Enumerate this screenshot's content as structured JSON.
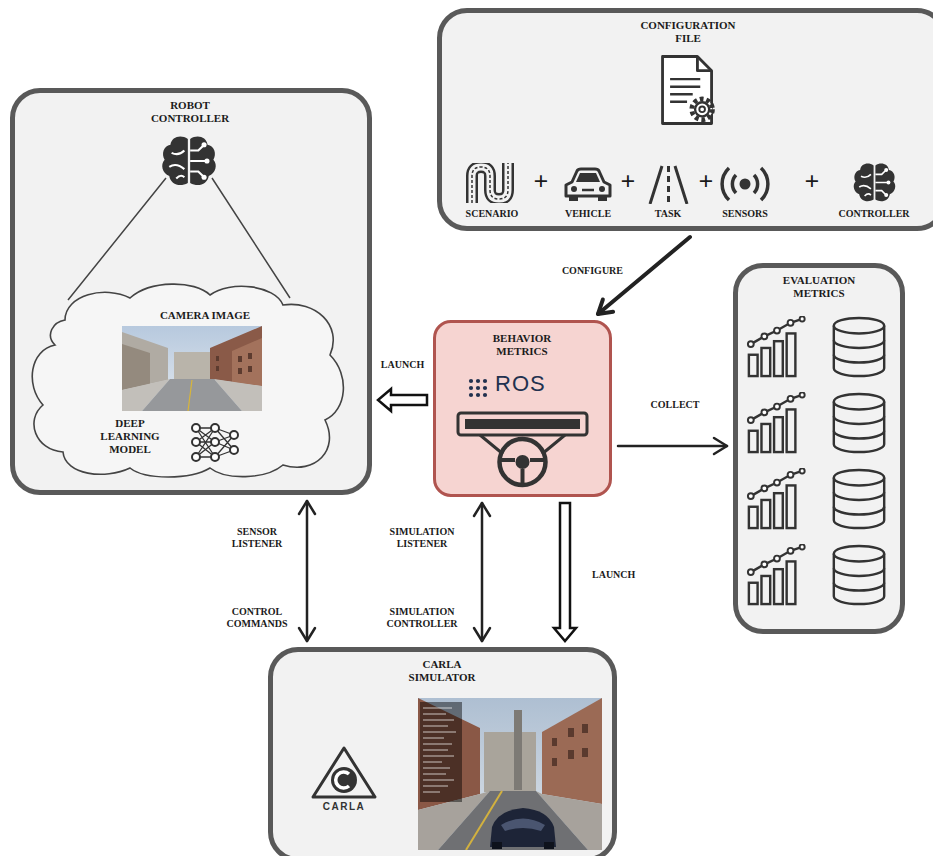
{
  "diagram": {
    "nodes": [
      {
        "text": [
          "CONFIGURATION FILE"
        ]
      },
      {
        "text": [
          "ROBOT CONTROLLER"
        ]
      },
      {
        "text": [
          "CAMERA IMAGE",
          "DEEP LEARNING MODEL"
        ],
        "in": 1
      },
      {
        "text": [
          "BEHAVIOR METRICS",
          "ROS"
        ]
      },
      {
        "text": [
          "EVALUATION METRICS"
        ]
      },
      {
        "text": [
          "CARLA SIMULATOR",
          "CARLA"
        ]
      }
    ],
    "edges": [
      {
        "from": 0,
        "to": 3,
        "label": "CONFIGURE",
        "arrow": "to"
      },
      {
        "from": 3,
        "to": 1,
        "label": "LAUNCH",
        "arrow": "to"
      },
      {
        "from": 3,
        "to": 4,
        "label": "COLLECT",
        "arrow": "to"
      },
      {
        "from": 1,
        "to": 5,
        "label": "SENSOR LISTENER",
        "arrow": "both"
      },
      {
        "from": 3,
        "to": 5,
        "label": "SIMULATION LISTENER",
        "arrow": "both"
      },
      {
        "from": 3,
        "to": 5,
        "label": "LAUNCH",
        "arrow": "to"
      }
    ],
    "labels": [
      "SCENARIO",
      "+",
      "VEHICLE",
      "+",
      "TASK",
      "+",
      "SENSORS",
      "+",
      "CONTROLLER",
      "CONTROL COMMANDS",
      "SIMULATION CONTROLLER"
    ]
  }
}
